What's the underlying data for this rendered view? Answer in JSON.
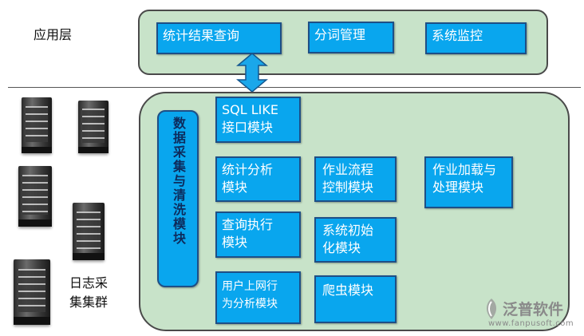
{
  "app_layer_label": "应用层",
  "app_modules": {
    "stats_query": "统计结果查询",
    "word_segmentation": "分词管理",
    "system_monitor": "系统监控"
  },
  "collection_module": "数据采集与清洗模块",
  "modules": {
    "sql_like_line1": "SQL LIKE",
    "sql_like_line2": "接口模块",
    "stats_analysis_line1": "统计分析",
    "stats_analysis_line2": "模块",
    "query_exec_line1": "查询执行",
    "query_exec_line2": "模块",
    "user_behavior_line1": "用户上网行",
    "user_behavior_line2": "为分析模块",
    "workflow_line1": "作业流程",
    "workflow_line2": "控制模块",
    "sys_init_line1": "系统初始",
    "sys_init_line2": "化模块",
    "crawler": "爬虫模块",
    "job_load_line1": "作业加载与",
    "job_load_line2": "处理模块"
  },
  "log_cluster_line1": "日志采",
  "log_cluster_line2": "集集群",
  "logo_text": "泛普软件",
  "logo_url": "www.fanpusoft.com",
  "colors": {
    "panel": "#c8e3c9",
    "module": "#09a6ee",
    "arrow": "#1aa7ea"
  }
}
